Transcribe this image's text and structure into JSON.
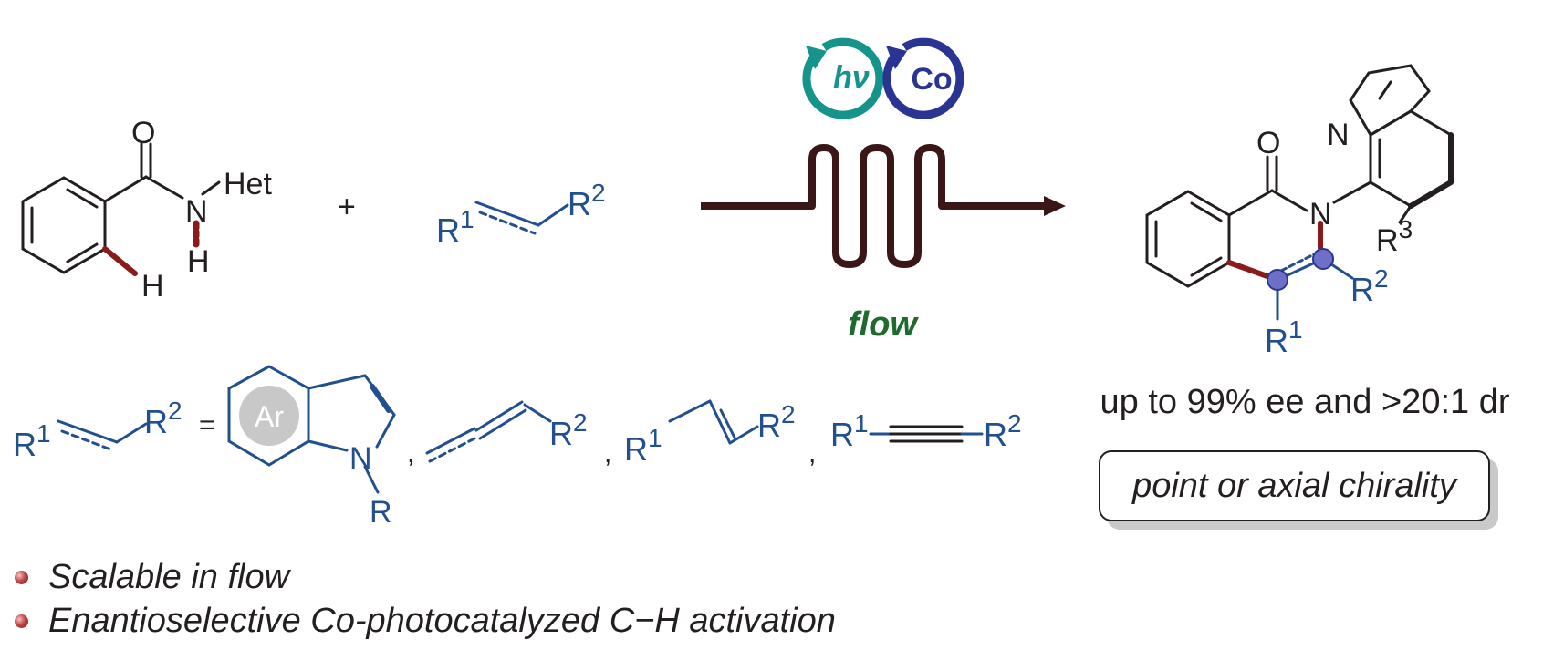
{
  "reactant_amide": {
    "carbonyl_o": "O",
    "nitrogen": "N",
    "het": "Het",
    "nh_h": "H",
    "ortho_h": "H"
  },
  "plus": "+",
  "alkene": {
    "r1": "R",
    "r1_sup": "1",
    "r2": "R",
    "r2_sup": "2"
  },
  "catalysts": {
    "photo": "hν",
    "metal": "Co"
  },
  "flow_label": "flow",
  "product": {
    "o": "O",
    "n": "N",
    "quinoline_n": "N",
    "r1": "R",
    "r1_sup": "1",
    "r2": "R",
    "r2_sup": "2",
    "r3": "R",
    "r3_sup": "3"
  },
  "result_text": "up to 99% ee and >20:1 dr",
  "chirality_label": "point or axial chirality",
  "scope": {
    "lhs_r1": "R",
    "lhs_r1_sup": "1",
    "lhs_r2": "R",
    "lhs_r2_sup": "2",
    "equals": "=",
    "indole_ar": "Ar",
    "indole_n": "N",
    "indole_r": "R",
    "allene_r2": "R",
    "allene_r2_sup": "2",
    "alkene_r1": "R",
    "alkene_r1_sup": "1",
    "alkene_r2": "R",
    "alkene_r2_sup": "2",
    "alkyne_r1": "R",
    "alkyne_r1_sup": "1",
    "alkyne_r2": "R",
    "alkyne_r2_sup": "2"
  },
  "bullets": [
    "Scalable in flow",
    "Enantioselective Co-photocatalyzed C−H activation"
  ],
  "colors": {
    "bond": "#231f20",
    "substituent": "#22508f",
    "highlight": "#8b1a1a",
    "photo": "#14948a",
    "cobalt": "#2a3593",
    "flow": "#1e6b2e",
    "reactor": "#3a1616"
  }
}
